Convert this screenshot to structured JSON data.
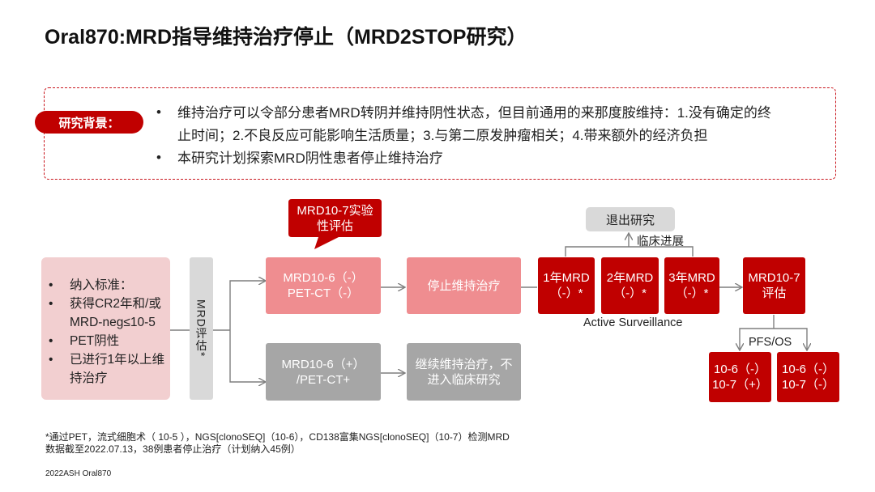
{
  "title": "Oral870:MRD指导维持治疗停止（MRD2STOP研究）",
  "background": {
    "tag": "研究背景：",
    "lines": [
      "维持治疗可以令部分患者MRD转阴并维持阴性状态，但目前通用的来那度胺维持：1.没有确定的终",
      "止时间；2.不良反应可能影响生活质量；3.与第二原发肿瘤相关；4.带来额外的经济负担",
      "本研究计划探索MRD阴性患者停止维持治疗"
    ],
    "bullet": "•"
  },
  "inclusion": {
    "items": [
      "纳入标准：",
      "获得CR2年和/或",
      "MRD-neg≤10-5",
      "PET阴性",
      "已进行1年以上维",
      "持治疗"
    ]
  },
  "mrd_eval": {
    "label": "MRD评估*"
  },
  "callout": {
    "line1": "MRD10-7实验",
    "line2": "性评估"
  },
  "neg_box": {
    "line1": "MRD10-6（-）",
    "line2": "PET-CT（-）"
  },
  "stop_box": {
    "label": "停止维持治疗"
  },
  "pos_box": {
    "line1": "MRD10-6（+）",
    "line2": "/PET-CT+"
  },
  "continue_box": {
    "line1": "继续维持治疗，不",
    "line2": "进入临床研究"
  },
  "years": [
    {
      "line1": "1年MRD",
      "line2": "（-）*"
    },
    {
      "line1": "2年MRD",
      "line2": "（-）*"
    },
    {
      "line1": "3年MRD",
      "line2": "（-）*"
    }
  ],
  "active_surveillance": "Active Surveillance",
  "exit": {
    "label": "退出研究",
    "progress": "临床进展"
  },
  "mrd107": {
    "line1": "MRD10-7",
    "line2": "评估"
  },
  "pfs_os": "PFS/OS",
  "outcome_left": {
    "line1": "10-6（-）",
    "line2": "10-7（+）"
  },
  "outcome_right": {
    "line1": "10-6（-）",
    "line2": "10-7（-）"
  },
  "footnote": {
    "line1": "*通过PET，流式细胞术（ 10-5 ），NGS[clonoSEQ]（10-6），CD138富集NGS[clonoSEQ]（10-7）检测MRD",
    "line2": "数据截至2022.07.13，38例患者停止治疗（计划纳入45例）"
  },
  "source": "2022ASH Oral870",
  "colors": {
    "accent": "#c00000",
    "pink": "#ef8d90",
    "pink_light": "#f2cfd0",
    "grey": "#a6a6a6"
  }
}
